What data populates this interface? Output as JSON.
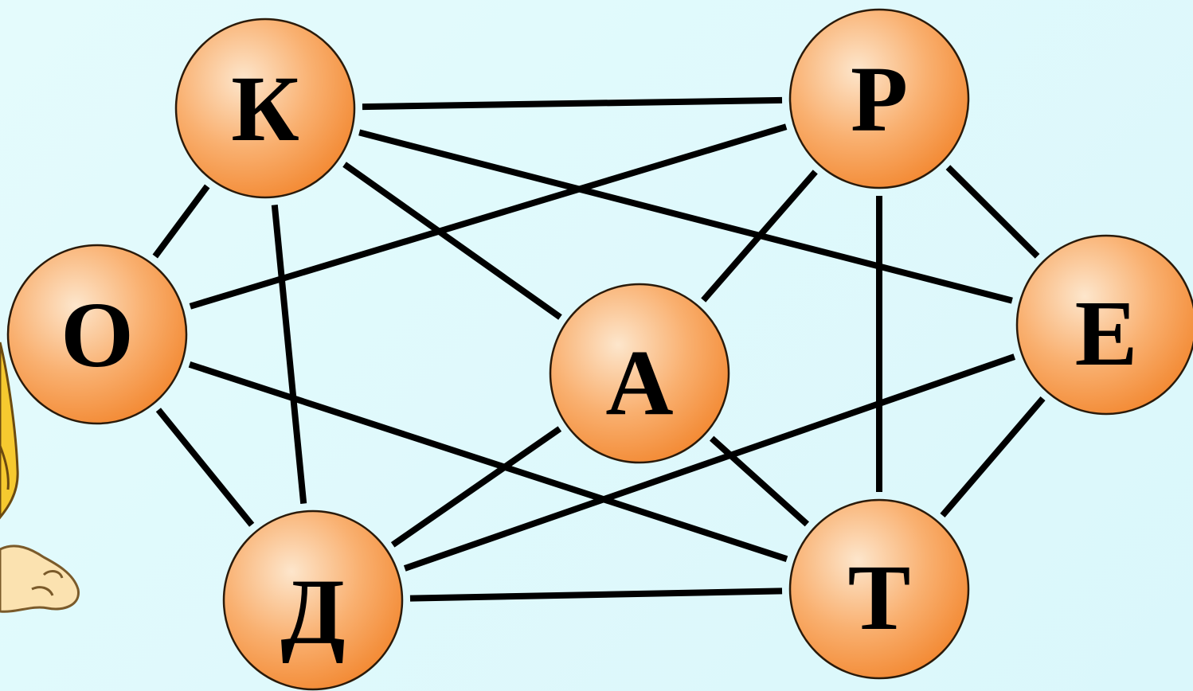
{
  "colors": {
    "background": "#e0f9fb",
    "node_fill_light": "#fde3c8",
    "node_fill_dark": "#f78e3a",
    "node_stroke": "#2a1a0a",
    "edge": "#000000"
  },
  "nodes": {
    "k": {
      "label": "К"
    },
    "r": {
      "label": "Р"
    },
    "o": {
      "label": "О"
    },
    "a": {
      "label": "А"
    },
    "e": {
      "label": "Е"
    },
    "d": {
      "label": "Д"
    },
    "t": {
      "label": "Т"
    }
  },
  "edges": [
    [
      "k",
      "r"
    ],
    [
      "k",
      "o"
    ],
    [
      "k",
      "a"
    ],
    [
      "k",
      "e"
    ],
    [
      "k",
      "d"
    ],
    [
      "r",
      "o"
    ],
    [
      "r",
      "a"
    ],
    [
      "r",
      "e"
    ],
    [
      "r",
      "t"
    ],
    [
      "o",
      "d"
    ],
    [
      "o",
      "t"
    ],
    [
      "a",
      "d"
    ],
    [
      "a",
      "t"
    ],
    [
      "e",
      "d"
    ],
    [
      "e",
      "t"
    ],
    [
      "d",
      "t"
    ]
  ],
  "decoration": {
    "icon": "cartoon-hand-icon"
  }
}
